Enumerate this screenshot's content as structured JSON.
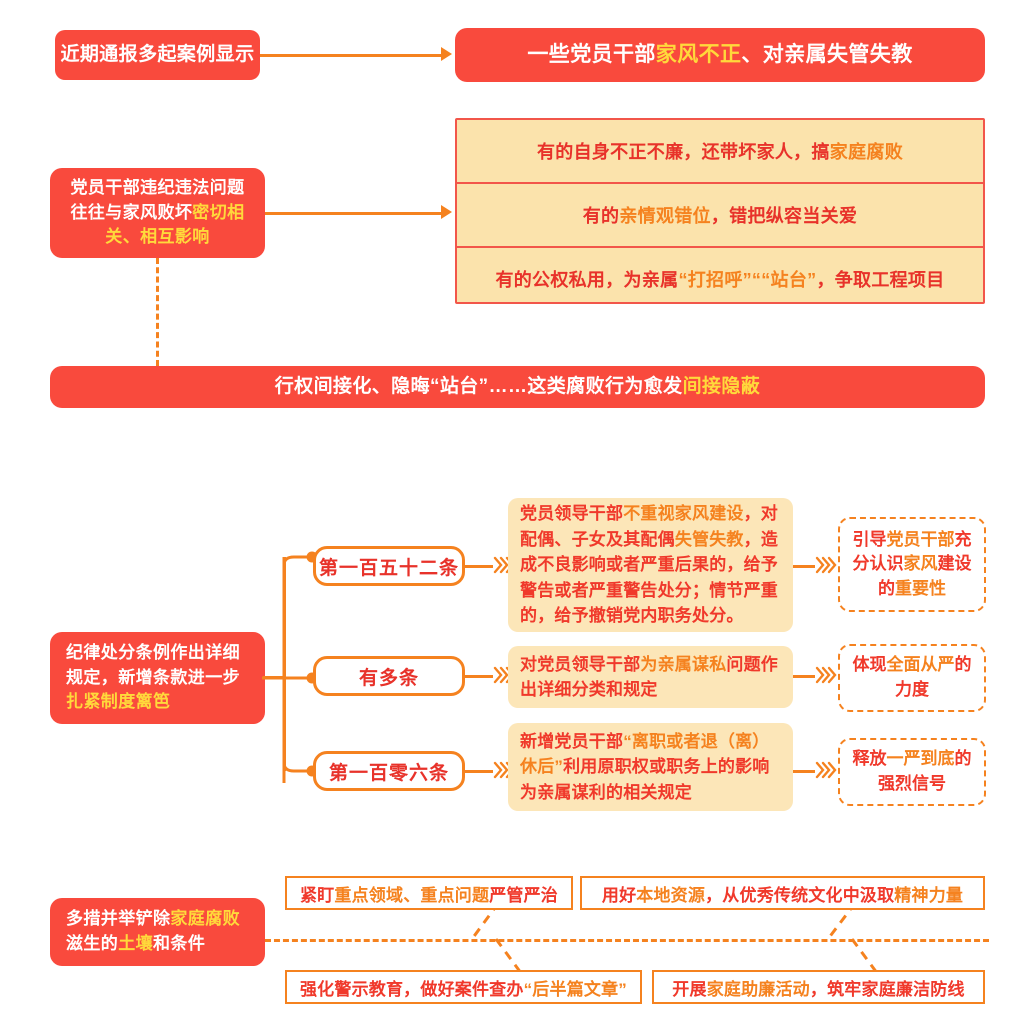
{
  "theme": {
    "red": "#F94A3D",
    "deep_red": "#E8322A",
    "orange": "#F5821F",
    "yellow": "#FFD93B",
    "beige": "#FBE3AC",
    "soft_orange": "#FCE6B8",
    "white": "#FFFFFF"
  },
  "section1": {
    "source_label": "近期通报多起案例显示",
    "banner": {
      "part1": "一些党员干部",
      "highlight": "家风不正",
      "part2": "、对亲属失管失教"
    }
  },
  "section2": {
    "left_box": {
      "line1": "党员干部违纪违法问题",
      "line2_plain": "往往与家风败坏",
      "line2_highlight": "密切相",
      "line3_highlight": "关、相互影响"
    },
    "rows": [
      {
        "p1": "有的自身不正不廉，还带坏家人，搞",
        "hl": "家庭腐败",
        "p2": ""
      },
      {
        "p1": "有的",
        "hl": "亲情观错位",
        "p2": "，错把纵容当关爱"
      },
      {
        "p1": "有的公权私用，为亲属",
        "hl": "“打招呼”““站台”",
        "p2": "，争取工程项目"
      }
    ],
    "summary_banner": {
      "part1": "行权间接化、隐晦“站台”……这类腐败行为愈发",
      "highlight": "间接隐蔽"
    }
  },
  "section3": {
    "left_box": {
      "line1": "纪律处分条例作出详细",
      "line2": "规定，新增条款进一步",
      "line3_highlight": "扎紧制度篱笆"
    },
    "branches": [
      {
        "pill_label": "第一百五十二条",
        "detail": {
          "segments": [
            {
              "text": "党员领导干部",
              "style": "red"
            },
            {
              "text": "不重视家风建设",
              "style": "orange"
            },
            {
              "text": "，对配偶、子女及其配偶",
              "style": "red"
            },
            {
              "text": "失管失教",
              "style": "orange"
            },
            {
              "text": "，造成不良影响或者严重后果的，给予警告或者严重警告处分；情节严重的，给予撤销党内职务处分。",
              "style": "red"
            }
          ]
        },
        "outcome": {
          "segments": [
            {
              "text": "引导",
              "style": "red"
            },
            {
              "text": "党员干部",
              "style": "orange"
            },
            {
              "text": "充分认识",
              "style": "red"
            },
            {
              "text": "家风",
              "style": "orange"
            },
            {
              "text": "建设的",
              "style": "red"
            },
            {
              "text": "重要性",
              "style": "orange"
            }
          ]
        }
      },
      {
        "pill_label": "有多条",
        "detail": {
          "segments": [
            {
              "text": "对党员领导干部",
              "style": "red"
            },
            {
              "text": "为亲属谋私",
              "style": "orange"
            },
            {
              "text": "问题作出详细分类和规定",
              "style": "red"
            }
          ]
        },
        "outcome": {
          "segments": [
            {
              "text": "体现",
              "style": "red"
            },
            {
              "text": "全面从严",
              "style": "orange"
            },
            {
              "text": "的力度",
              "style": "red"
            }
          ]
        }
      },
      {
        "pill_label": "第一百零六条",
        "detail": {
          "segments": [
            {
              "text": "新增党员干部",
              "style": "red"
            },
            {
              "text": "“离职或者退（离）休后”",
              "style": "orange"
            },
            {
              "text": "利用原职权或职务上的影响为亲属谋利的相关规定",
              "style": "red"
            }
          ]
        },
        "outcome": {
          "segments": [
            {
              "text": "释放",
              "style": "red"
            },
            {
              "text": "一严到底",
              "style": "orange"
            },
            {
              "text": "的强烈信号",
              "style": "red"
            }
          ]
        }
      }
    ]
  },
  "section4": {
    "left_box": {
      "line1_plain": "多措并举铲除",
      "line1_highlight": "家庭腐败",
      "line2_plain": "滋生的",
      "line2_highlight": "土壤",
      "line2_tail": "和条件"
    },
    "measures": [
      {
        "segments": [
          {
            "text": "紧盯",
            "style": "red"
          },
          {
            "text": "重点领域、重点问题",
            "style": "orange"
          },
          {
            "text": "严管严治",
            "style": "red"
          }
        ]
      },
      {
        "segments": [
          {
            "text": "用好",
            "style": "red"
          },
          {
            "text": "本地资源",
            "style": "orange"
          },
          {
            "text": "，从优秀传统文化中汲取",
            "style": "red"
          },
          {
            "text": "精神力量",
            "style": "orange"
          }
        ]
      },
      {
        "segments": [
          {
            "text": "强化警示教育，做好案件查办",
            "style": "red"
          },
          {
            "text": "“后半篇文章”",
            "style": "orange"
          }
        ]
      },
      {
        "segments": [
          {
            "text": "开展",
            "style": "red"
          },
          {
            "text": "家庭助廉活动",
            "style": "orange"
          },
          {
            "text": "，筑牢家庭廉洁防线",
            "style": "red"
          }
        ]
      }
    ]
  }
}
